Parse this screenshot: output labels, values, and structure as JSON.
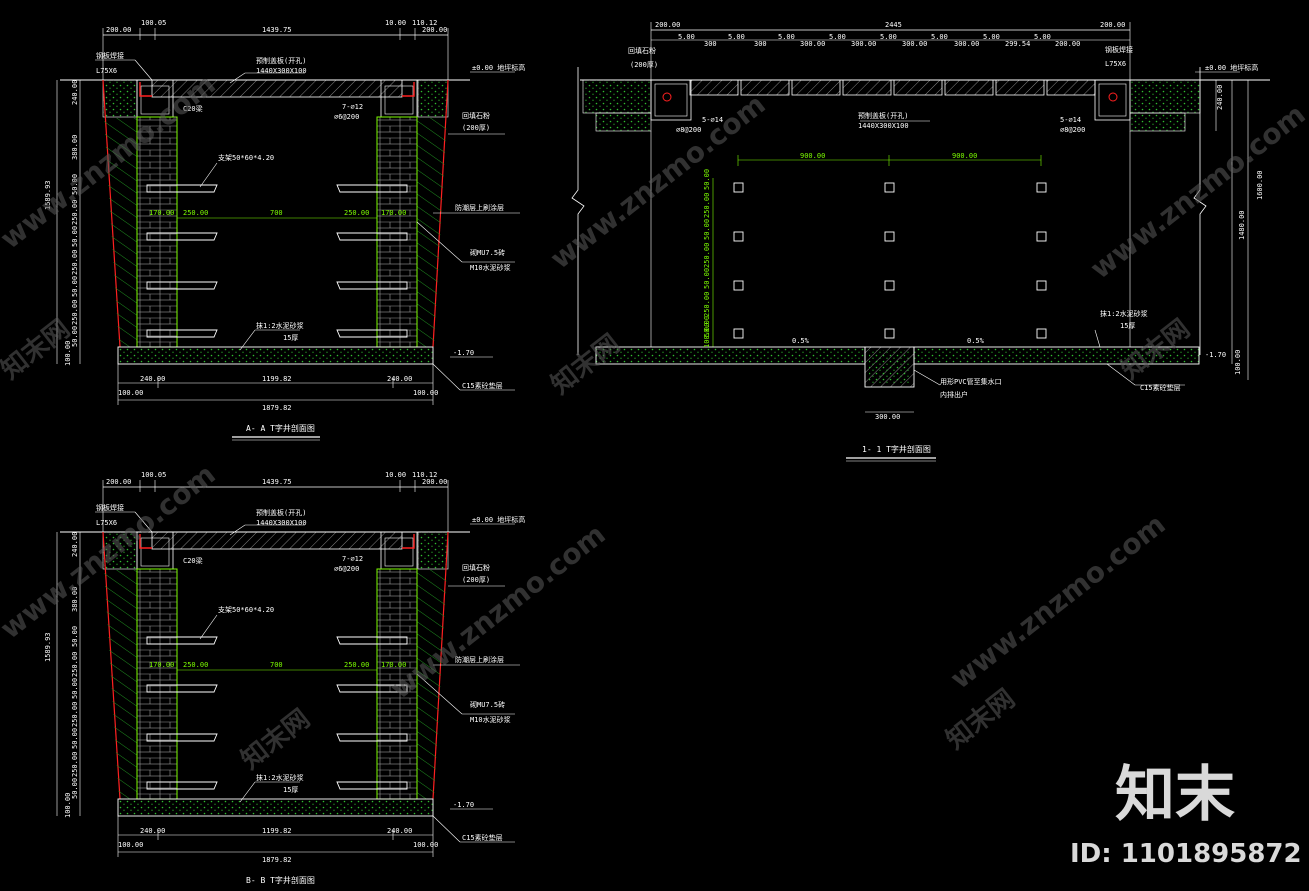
{
  "colors": {
    "background": "#000000",
    "line_white": "#ffffff",
    "line_green": "#7CFC00",
    "line_red": "#ff2020",
    "hatch_green": "#1e8b1e",
    "watermark": "#5a5a5a"
  },
  "watermark": {
    "text": "www.znzmo.com",
    "brand": "知末网",
    "logo": "知末",
    "id_label": "ID: 1101895872"
  },
  "view_aa": {
    "title": "A- A  T字井剖面图",
    "top_dims": [
      "200.00",
      "100.05",
      "1439.75",
      "10.00",
      "110.12",
      "200.00"
    ],
    "labels": {
      "angle": "L75X6",
      "angle_lead": "钢板焊接",
      "cover": "预制盖板(开孔)",
      "cover_size": "1440X300X100",
      "ground": "±0.00 地坪标高",
      "beam": "C20梁",
      "rebar": "7-⌀12",
      "stirrup": "⌀6@200",
      "backfill": "回填石粉",
      "backfill_thk": "(200厚)",
      "bracket": "支架50*60*4.20",
      "wall": "砌MU7.5砖",
      "mortar": "M10水泥砂浆",
      "plaster": "防潮层上刷涂层",
      "floor_plaster": "抹1:2水泥砂浆",
      "floor_thk": "15厚",
      "depth": "-1.70",
      "slab": "C15素砼垫层"
    },
    "inner_dims": [
      "170.00",
      "250.00",
      "700",
      "250.00",
      "170.00"
    ],
    "left_dims": [
      "240.00",
      "380.00",
      "50.00",
      "250.00",
      "50.00",
      "250.00",
      "50.00",
      "250.00",
      "50.00",
      "100.00",
      "100.00"
    ],
    "total_height": "1589.93",
    "bottom_dims": [
      "240.00",
      "1199.82",
      "240.00"
    ],
    "bottom_total": "1879.82",
    "bottom_edges": [
      "100.00",
      "100.00"
    ]
  },
  "view_bb": {
    "title": "B- B  T字井剖面图",
    "top_dims": [
      "200.00",
      "100.05",
      "1439.75",
      "10.00",
      "110.12",
      "200.00"
    ],
    "labels": {
      "angle": "L75X6",
      "angle_lead": "钢板焊接",
      "cover": "预制盖板(开孔)",
      "cover_size": "1440X300X100",
      "ground": "±0.00 地坪标高",
      "beam": "C20梁",
      "rebar": "7-⌀12",
      "stirrup": "⌀6@200",
      "backfill": "回填石粉",
      "backfill_thk": "(200厚)",
      "bracket": "支架50*60*4.20",
      "wall": "砌MU7.5砖",
      "mortar": "M10水泥砂浆",
      "plaster": "防潮层上刷涂层",
      "floor_plaster": "抹1:2水泥砂浆",
      "floor_thk": "15厚",
      "depth": "-1.70",
      "slab": "C15素砼垫层"
    },
    "inner_dims": [
      "170.00",
      "250.00",
      "700",
      "250.00",
      "170.00"
    ],
    "left_dims": [
      "240.00",
      "380.00",
      "50.00",
      "250.00",
      "50.00",
      "250.00",
      "50.00",
      "250.00",
      "50.00",
      "100.00",
      "100.00"
    ],
    "total_height": "1589.93",
    "bottom_dims": [
      "240.00",
      "1199.82",
      "240.00"
    ],
    "bottom_total": "1879.82",
    "bottom_edges": [
      "100.00",
      "100.00"
    ]
  },
  "view_11": {
    "title": "1- 1  T字井剖面图",
    "top_total": "2445",
    "top_ends": [
      "200.00",
      "200.00"
    ],
    "top_gaps": [
      "5.00",
      "5.00",
      "5.00",
      "5.00",
      "5.00",
      "5.00",
      "5.00",
      "5.00"
    ],
    "top_pieces": [
      "300",
      "300",
      "300.00",
      "300.00",
      "300.00",
      "300.00",
      "299.54",
      "200.00"
    ],
    "labels": {
      "backfill": "回填石粉",
      "backfill_thk": "(200厚)",
      "angle": "L75X6",
      "angle_lead": "钢板焊接",
      "ground": "±0.00 地坪标高",
      "cover": "预制盖板(开孔)",
      "cover_size": "1440X300X100",
      "rebar_l": "5-⌀14",
      "rebar_r": "5-⌀14",
      "stirrup_l": "⌀8@200",
      "stirrup_r": "⌀8@200",
      "floor_plaster": "抹1:2水泥砂浆",
      "floor_thk": "15厚",
      "slope_l": "0.5%",
      "slope_r": "0.5%",
      "depth": "-1.70",
      "slab": "C15素砼垫层",
      "drain": "用形PVC管至集水口",
      "drain2": "内排出户",
      "drain_width": "300.00"
    },
    "spacing": [
      "900.00",
      "900.00"
    ],
    "left_dims": [
      "50.00",
      "250.00",
      "50.00",
      "250.00",
      "50.00",
      "250.00",
      "50.00",
      "100.00"
    ],
    "right_dims": [
      "240.00",
      "1600.00",
      "1480.00",
      "100.00"
    ]
  }
}
